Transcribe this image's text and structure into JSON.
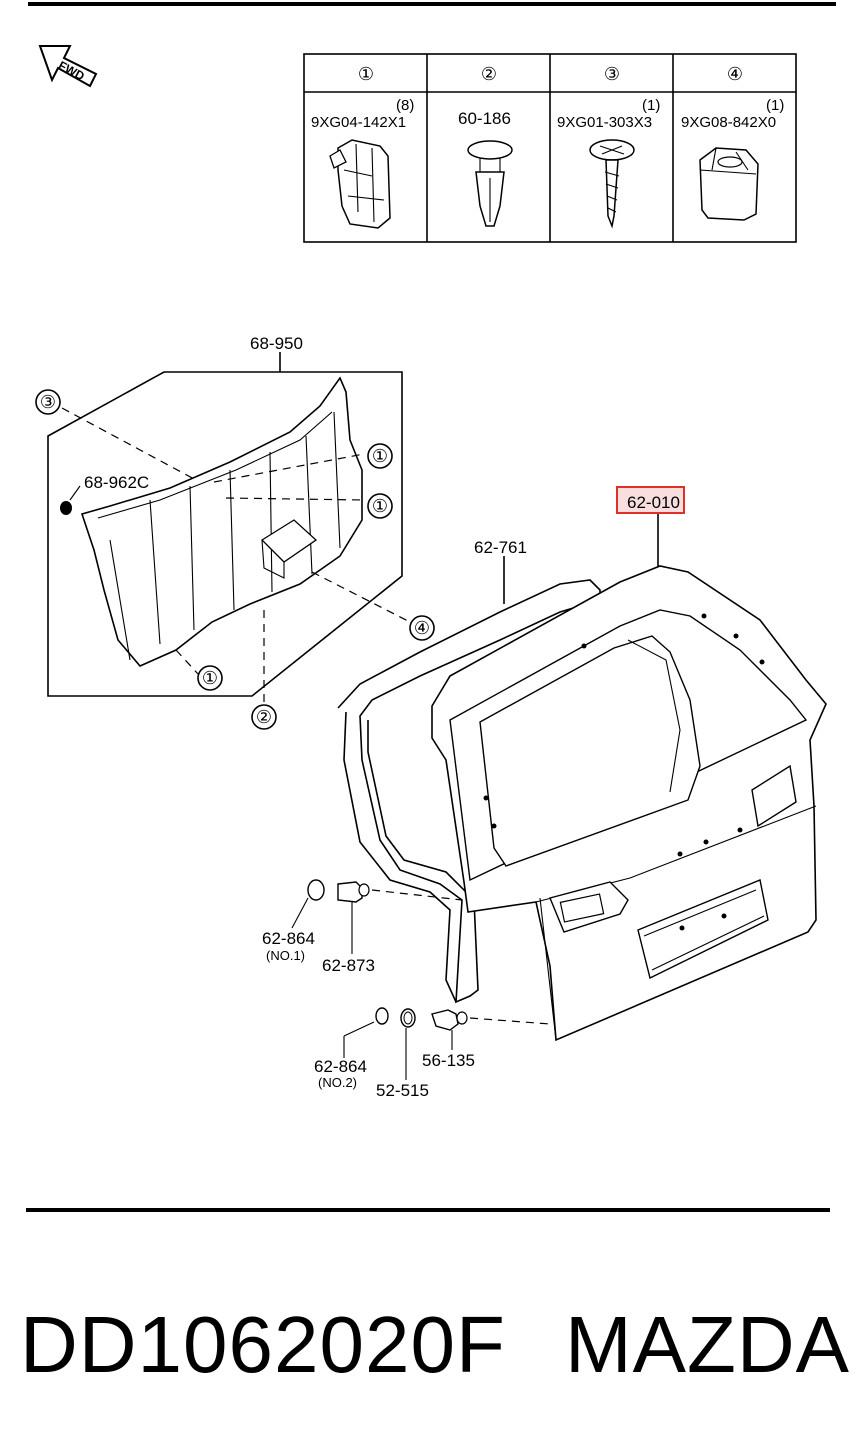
{
  "fasteners_table": {
    "headers": [
      "①",
      "②",
      "③",
      "④"
    ],
    "items": [
      {
        "part_no": "9XG04-142X1",
        "qty": "(8)"
      },
      {
        "part_no": "60-186",
        "qty": ""
      },
      {
        "part_no": "9XG01-303X3",
        "qty": "(1)"
      },
      {
        "part_no": "9XG08-842X0",
        "qty": "(1)"
      }
    ]
  },
  "fwd_label": "FWD",
  "labels": {
    "trim": "68-950",
    "clip": "68-962C",
    "weatherstrip": "62-761",
    "liftgate": "62-010",
    "plug_1": "62-864",
    "plug_1_sub": "(NO.1)",
    "bumper_1": "62-873",
    "plug_2": "62-864",
    "plug_2_sub": "(NO.2)",
    "plug_3": "52-515",
    "bumper_2": "56-135"
  },
  "callouts": {
    "c3": "③",
    "c1a": "①",
    "c1b": "①",
    "c4": "④",
    "c1c": "①",
    "c2": "②"
  },
  "highlight_color": "#e0302a",
  "footer": {
    "part_code": "DD1062020F",
    "brand": "MAZDA"
  }
}
